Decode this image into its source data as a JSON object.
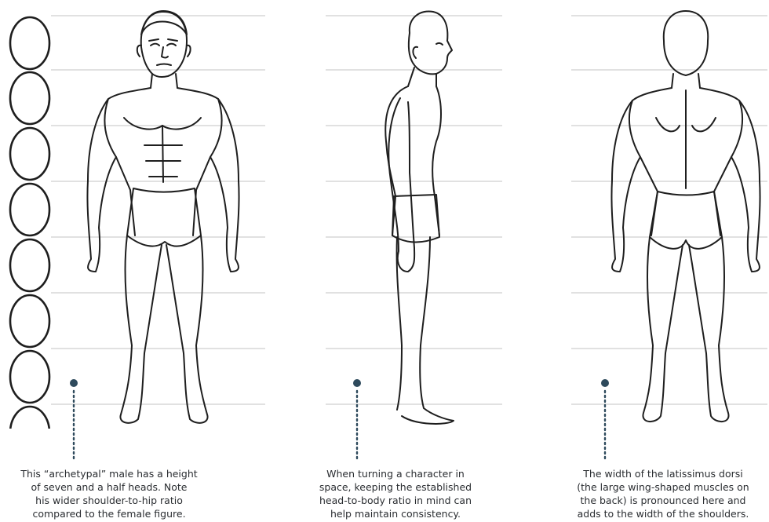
{
  "figures": [
    {
      "id": "front",
      "label": "front-view-figure"
    },
    {
      "id": "side",
      "label": "side-view-figure"
    },
    {
      "id": "back",
      "label": "back-view-figure"
    }
  ],
  "head_units": 8,
  "colors": {
    "line": "#1e1e1e",
    "guide": "#cfcfcf",
    "dot": "#2e4a5c",
    "text": "#2a2d31"
  },
  "captions": {
    "front": [
      "This “archetypal” male has a height",
      "of seven and a half heads. Note",
      "his wider shoulder-to-hip ratio",
      "compared to the female figure."
    ],
    "side": [
      "When turning a character in",
      "space, keeping the established",
      "head-to-body ratio in mind can",
      "help maintain consistency."
    ],
    "back": [
      "The width of the latissimus dorsi",
      "(the large wing-shaped muscles on",
      "the back) is pronounced here and",
      "adds to the width of the shoulders."
    ]
  }
}
